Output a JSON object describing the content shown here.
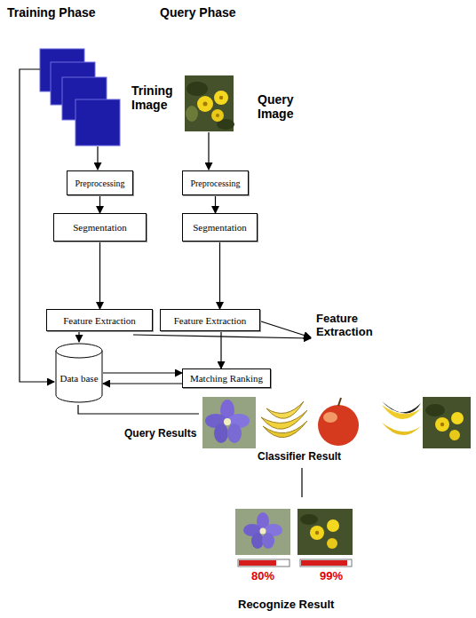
{
  "diagram": {
    "nodes": [
      {
        "text": [
          "Preprocessing"
        ]
      },
      {
        "text": [
          "Preprocessing"
        ]
      },
      {
        "text": [
          "Segmentation"
        ]
      },
      {
        "text": [
          "Segmentation"
        ]
      },
      {
        "text": [
          "Feature Extraction"
        ]
      },
      {
        "text": [
          "Feature Extraction"
        ]
      },
      {
        "text": [
          "Data base"
        ]
      },
      {
        "text": [
          "Matching Ranking"
        ]
      }
    ],
    "edges": [
      {
        "from": 0,
        "to": 2,
        "arrow": "to"
      },
      {
        "from": 1,
        "to": 3,
        "arrow": "to"
      },
      {
        "from": 2,
        "to": 4,
        "arrow": "to"
      },
      {
        "from": 3,
        "to": 5,
        "arrow": "to"
      },
      {
        "from": 4,
        "to": 6,
        "arrow": "to"
      },
      {
        "from": 5,
        "to": 7,
        "arrow": "to"
      },
      {
        "from": 6,
        "to": 7,
        "arrow": "to"
      },
      {
        "from": 7,
        "to": 6,
        "arrow": "to"
      }
    ],
    "labels": [
      "Training Phase",
      "Query Phase",
      "Trining Image",
      "Query Image",
      "Feature Extraction",
      "Query Results",
      "Classifier Result",
      "80%",
      "99%",
      "Recognize Result"
    ]
  }
}
